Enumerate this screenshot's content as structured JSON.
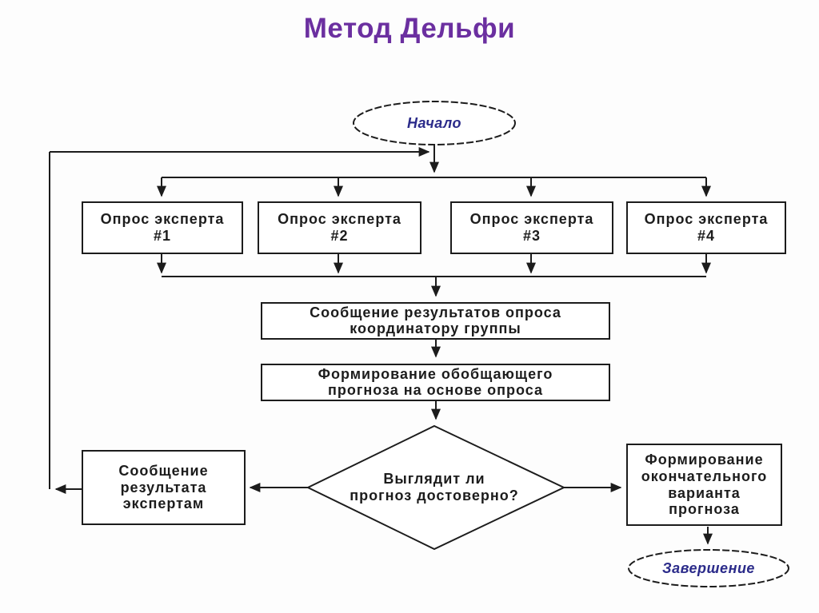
{
  "title": "Метод Дельфи",
  "colors": {
    "title": "#6b2fa0",
    "terminal_text": "#2b2b8a",
    "node_text": "#1c1c1c",
    "line": "#1c1c1c",
    "background": "#fdfdfd"
  },
  "flowchart": {
    "start": {
      "label": "Начало"
    },
    "experts": [
      {
        "label": "Опрос эксперта\n#1"
      },
      {
        "label": "Опрос эксперта\n#2"
      },
      {
        "label": "Опрос эксперта\n#3"
      },
      {
        "label": "Опрос эксперта\n#4"
      }
    ],
    "report_results": {
      "label": "Сообщение результатов опроса\nкоординатору группы"
    },
    "summary_forecast": {
      "label": "Формирование обобщающего\nпрогноза на основе опроса"
    },
    "decision": {
      "label": "Выглядит ли\nпрогноз достоверно?"
    },
    "report_to_experts": {
      "label": "Сообщение\nрезультата\nэкспертам"
    },
    "final_forecast": {
      "label": "Формирование\nокончательного\nварианта\nпрогноза"
    },
    "end": {
      "label": "Завершение"
    }
  }
}
